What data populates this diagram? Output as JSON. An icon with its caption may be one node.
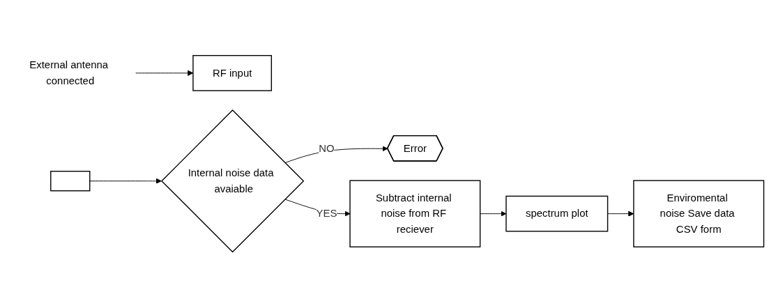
{
  "diagram": {
    "nodes": [
      {
        "text": [
          "External antenna connected"
        ]
      },
      {
        "text": [
          "RF input"
        ]
      },
      {
        "text": [],
        "shape": "box"
      },
      {
        "text": [
          "Internal noise data  avaiable"
        ]
      },
      {
        "text": [
          "Error"
        ]
      },
      {
        "text": [
          "Subtract internal noise from RF reciever"
        ]
      },
      {
        "text": [
          "spectrum plot"
        ]
      },
      {
        "text": [
          "Enviromental noise Save data CSV form"
        ]
      }
    ],
    "edges": [
      {
        "from": 0,
        "to": 1,
        "arrow": "to"
      },
      {
        "from": 2,
        "to": 3,
        "arrow": "to"
      },
      {
        "from": 3,
        "to": 4,
        "arrow": "to",
        "label": "NO"
      },
      {
        "from": 3,
        "to": 5,
        "arrow": "to",
        "label": "YES"
      },
      {
        "from": 5,
        "to": 6,
        "arrow": "to"
      },
      {
        "from": 6,
        "to": 7,
        "arrow": "to"
      }
    ]
  }
}
